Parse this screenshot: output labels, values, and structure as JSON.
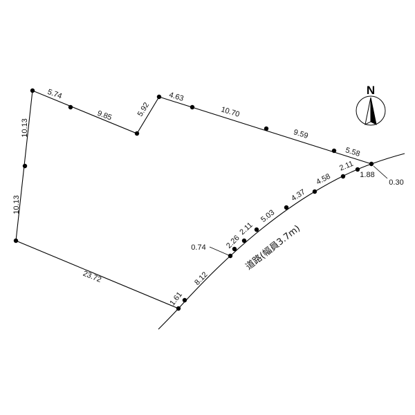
{
  "segments": [
    {
      "id": "w-top",
      "label": "10.13"
    },
    {
      "id": "w-bottom",
      "label": "10.13"
    },
    {
      "id": "top-1",
      "label": "5.74"
    },
    {
      "id": "top-2",
      "label": "9.85"
    },
    {
      "id": "notch",
      "label": "5.92"
    },
    {
      "id": "top-3",
      "label": "4.63"
    },
    {
      "id": "top-4",
      "label": "10.70"
    },
    {
      "id": "top-5",
      "label": "9.59"
    },
    {
      "id": "top-6",
      "label": "5.58"
    },
    {
      "id": "south",
      "label": "23.72"
    },
    {
      "id": "r-1",
      "label": "1.61"
    },
    {
      "id": "r-2",
      "label": "8.12"
    },
    {
      "id": "r-3",
      "label": "0.74"
    },
    {
      "id": "r-4",
      "label": "2.26"
    },
    {
      "id": "r-5",
      "label": "2.11"
    },
    {
      "id": "r-6",
      "label": "5.03"
    },
    {
      "id": "r-7",
      "label": "4.37"
    },
    {
      "id": "r-8",
      "label": "4.58"
    },
    {
      "id": "r-9",
      "label": "2.11"
    },
    {
      "id": "r-10",
      "label": "1.88"
    },
    {
      "id": "r-11",
      "label": "0.30"
    }
  ],
  "road_label": "道路(幅員3.7m)",
  "north_label": "N"
}
